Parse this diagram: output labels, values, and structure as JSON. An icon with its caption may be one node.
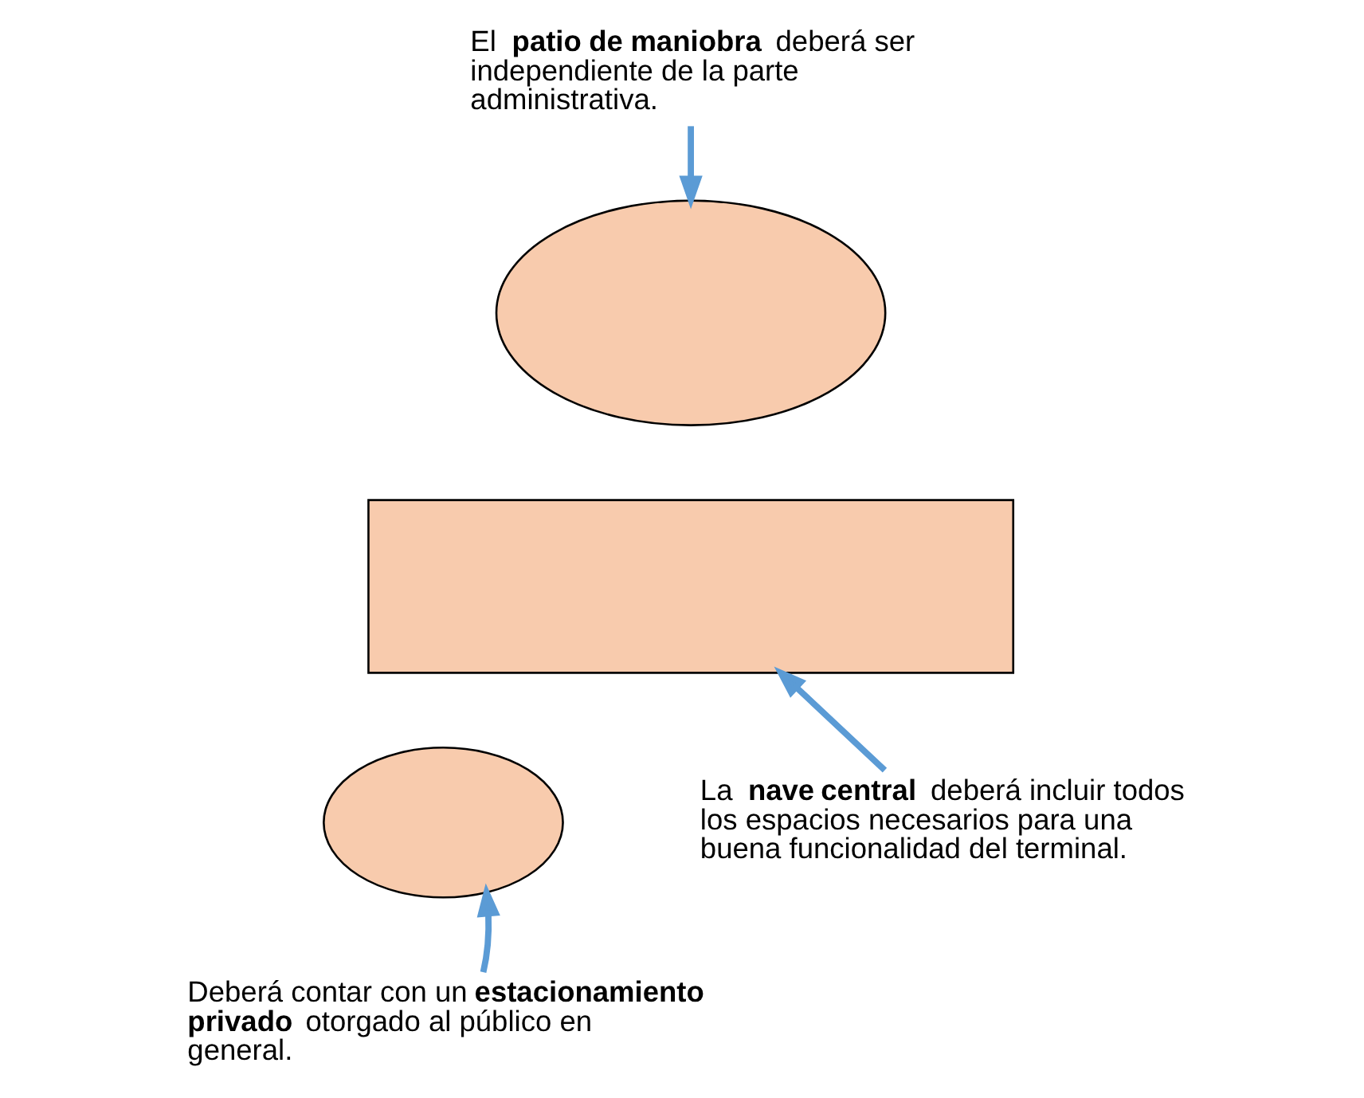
{
  "diagram": {
    "nodes": [
      {
        "text": [
          "El **patio de maniobra** deberá ser independiente de la parte administrativa."
        ]
      },
      {
        "text": [],
        "shape": "ellipse"
      },
      {
        "text": [],
        "shape": "box"
      },
      {
        "text": [],
        "shape": "ellipse"
      },
      {
        "text": [
          "La **nave central** deberá incluir todos los espacios necesarios para una buena funcionalidad del terminal."
        ]
      },
      {
        "text": [
          "Deberá contar con un **estacionamiento privado** otorgado al público en general."
        ]
      }
    ],
    "edges": [
      {
        "from": 0,
        "to": 1,
        "arrow": "to"
      },
      {
        "from": 4,
        "to": 2,
        "arrow": "to"
      },
      {
        "from": 5,
        "to": 3,
        "arrow": "to"
      }
    ]
  }
}
